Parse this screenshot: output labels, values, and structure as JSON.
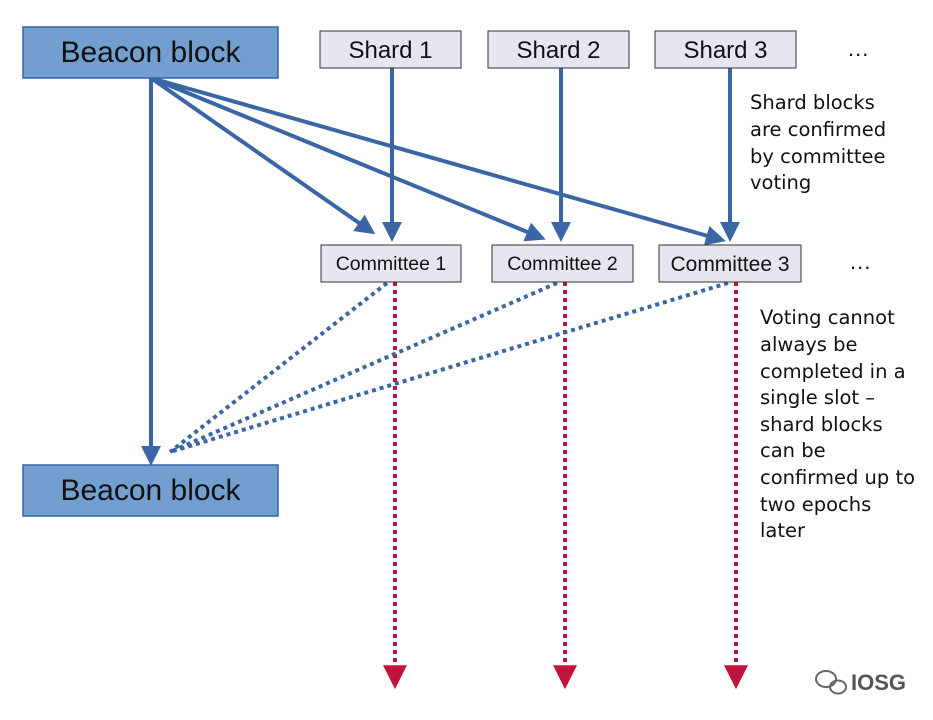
{
  "beacon_block_top": "Beacon block",
  "beacon_block_bottom": "Beacon block",
  "shards": [
    "Shard 1",
    "Shard 2",
    "Shard 3"
  ],
  "shards_more": "...",
  "committees": [
    "Committee 1",
    "Committee 2",
    "Committee 3"
  ],
  "committees_more": "...",
  "note_shard_confirm": [
    "Shard blocks",
    "are confirmed",
    "by committee",
    "voting"
  ],
  "note_voting": [
    "Voting cannot",
    "always be",
    "completed in a",
    "single slot –",
    "shard blocks",
    "can be",
    "confirmed up to",
    "two epochs",
    "later"
  ],
  "watermark": "IOSG",
  "colors": {
    "beacon_fill": "#729fcf",
    "beacon_stroke": "#3465a4",
    "box_fill": "#e6e6f0",
    "arrow_blue": "#3a66a6",
    "arrow_red": "#c0143c"
  }
}
